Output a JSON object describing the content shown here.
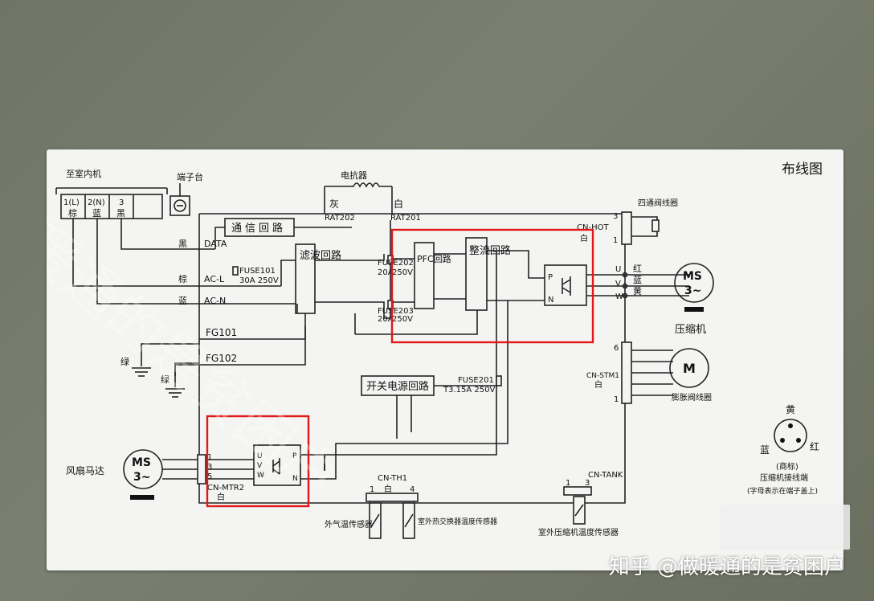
{
  "header": {
    "title": "布线图"
  },
  "indoor": {
    "label": "至室内机",
    "terminal_label": "端子台",
    "t1_num": "1(L)",
    "t1_color": "棕",
    "t2_num": "2(N)",
    "t2_color": "蓝",
    "t3_num": "3",
    "t3_color": "黑"
  },
  "wires": {
    "black": "黑",
    "data": "DATA",
    "brown": "棕",
    "acl": "AC-L",
    "blue": "蓝",
    "acn": "AC-N",
    "fg101": "FG101",
    "fg102": "FG102",
    "green1": "绿",
    "green2": "绿"
  },
  "reactor": {
    "label": "电抗器",
    "gray": "灰",
    "white": "白",
    "rat202": "RAT202",
    "rat201": "RAT201"
  },
  "blocks": {
    "comm": "通信回路",
    "filter": "滤波回路",
    "pfc": "PFC回路",
    "rectifier": "整流回路",
    "smps": "开关电源回路"
  },
  "fuses": {
    "f101_name": "FUSE101",
    "f101_rating": "30A 250V",
    "f202_name": "FUSE202",
    "f202_rating1": "20A",
    "f202_rating2": "250V",
    "f203_name": "FUSE203",
    "f203_rating1": "20A",
    "f203_rating2": "250V",
    "f201_name": "FUSE201",
    "f201_rating": "T3.15A 250V"
  },
  "ipm": {
    "p": "P",
    "n": "N",
    "u": "U",
    "v": "V",
    "w": "W"
  },
  "compressor": {
    "ms": "MS",
    "phase": "3~",
    "label": "压缩机",
    "red": "红",
    "blue": "蓝",
    "yellow": "黄"
  },
  "cn_hot": {
    "label": "CN-HOT",
    "color": "白",
    "pin3": "3",
    "pin1": "1",
    "valve": "四通阀线圈"
  },
  "cn_stm1": {
    "label": "CN-STM1",
    "color": "白",
    "pin6": "6",
    "pin1": "1",
    "valve": "膨胀阀线圈",
    "motor": "M"
  },
  "fan": {
    "label": "风扇马达",
    "ms": "MS",
    "phase": "3~",
    "pin1": "1",
    "pin3": "3",
    "pin5": "5",
    "conn": "CN-MTR2",
    "conn_color": "白",
    "u": "U",
    "v": "V",
    "w": "W",
    "p": "P",
    "n": "N"
  },
  "cn_th1": {
    "label": "CN-TH1",
    "color": "白",
    "pin1": "1",
    "pin4": "4",
    "sensor_out": "外气温传感器",
    "sensor_hx": "室外热交换器温度传感器"
  },
  "cn_tank": {
    "label": "CN-TANK",
    "pin1": "1",
    "pin3": "3",
    "sensor": "室外压缩机温度传感器"
  },
  "term_legend": {
    "yellow": "黄",
    "blue": "蓝",
    "red": "红",
    "mark": "(商标)",
    "title": "压缩机接线端",
    "note": "(字母表示在端子盖上)"
  },
  "watermark": {
    "credit": "知乎 @做暖通的是贫困户",
    "overlay": "做暖通的是贫困户"
  },
  "colors": {
    "highlight": "#e01818",
    "plate": "#f4f5f2",
    "background": "#737868"
  }
}
